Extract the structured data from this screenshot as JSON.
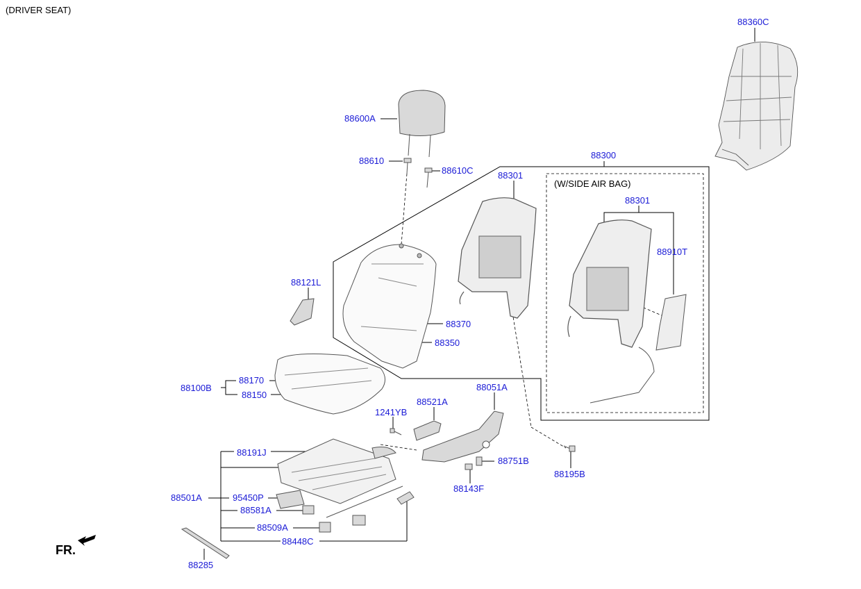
{
  "header": {
    "title": "(DRIVER SEAT)"
  },
  "airbag_box": {
    "title": "(W/SIDE AIR BAG)"
  },
  "direction": {
    "label": "FR."
  },
  "colors": {
    "label": "#1a1ad6",
    "line": "#000000",
    "part_fill": "#d9d9d9",
    "part_stroke": "#555555"
  },
  "parts": {
    "p88360C": "88360C",
    "p88600A": "88600A",
    "p88610": "88610",
    "p88610C": "88610C",
    "p88300": "88300",
    "p88301a": "88301",
    "p88301b": "88301",
    "p88910T": "88910T",
    "p88121L": "88121L",
    "p88370": "88370",
    "p88350": "88350",
    "p88100B": "88100B",
    "p88170": "88170",
    "p88150": "88150",
    "p88051A": "88051A",
    "p88521A": "88521A",
    "p1241YB": "1241YB",
    "p88191J": "88191J",
    "p88751B": "88751B",
    "p88195B": "88195B",
    "p88143F": "88143F",
    "p88501A": "88501A",
    "p95450P": "95450P",
    "p88581A": "88581A",
    "p88509A": "88509A",
    "p88448C": "88448C",
    "p88285": "88285"
  }
}
